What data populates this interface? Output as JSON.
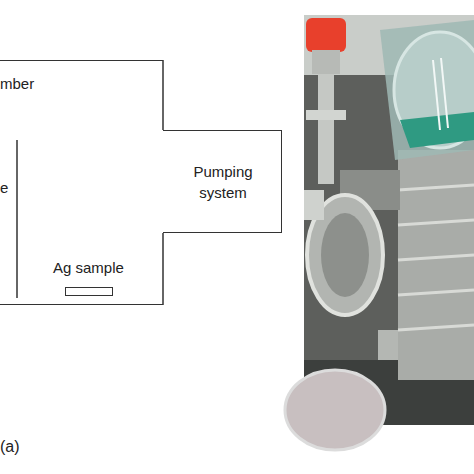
{
  "diagram": {
    "nodes": [
      {
        "text": [
          "mber"
        ]
      },
      {
        "text": [
          "Pumping system"
        ]
      },
      {
        "text": [
          "Ag sample"
        ],
        "in": 0
      }
    ],
    "labels": [
      "e",
      "(a)"
    ]
  }
}
